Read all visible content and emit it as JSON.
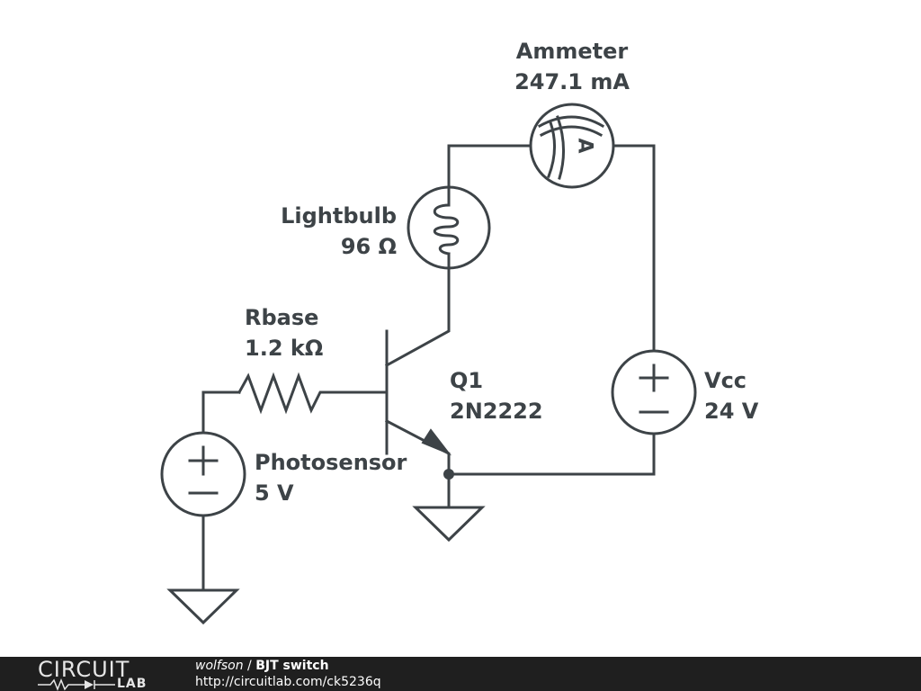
{
  "components": {
    "ammeter": {
      "name": "Ammeter",
      "value": "247.1 mA",
      "symbol": "A"
    },
    "lightbulb": {
      "name": "Lightbulb",
      "value": "96 Ω"
    },
    "rbase": {
      "name": "Rbase",
      "value": "1.2 kΩ"
    },
    "transistor": {
      "name": "Q1",
      "value": "2N2222"
    },
    "vcc": {
      "name": "Vcc",
      "value": "24 V"
    },
    "photosensor": {
      "name": "Photosensor",
      "value": "5 V"
    }
  },
  "footer": {
    "logo_top": "CIRCUIT",
    "logo_bottom": "LAB",
    "author": "wolfson",
    "separator": "/",
    "title": "BJT switch",
    "url": "http://circuitlab.com/ck5236q"
  },
  "colors": {
    "ink": "#3d4347",
    "footer_bg": "#1f1f1f",
    "footer_text": "#ffffff",
    "background": "#ffffff"
  }
}
